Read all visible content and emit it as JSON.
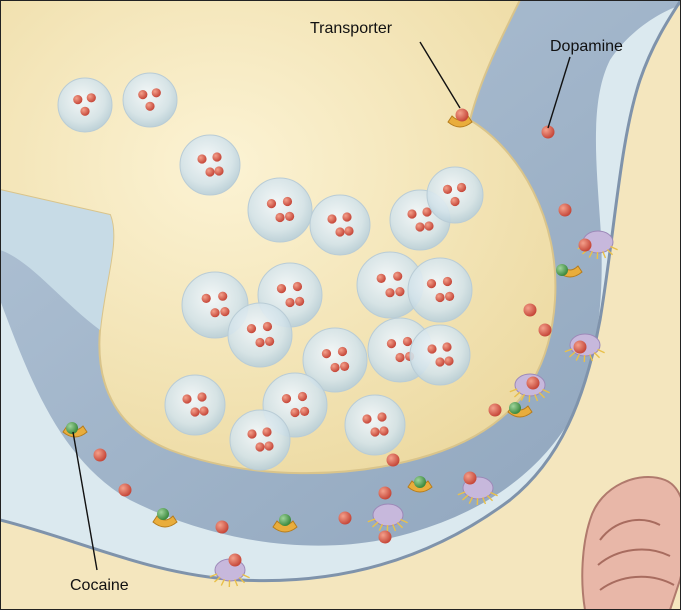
{
  "labels": {
    "transporter": "Transporter",
    "dopamine": "Dopamine",
    "cocaine": "Cocaine"
  },
  "colors": {
    "background": "#dbe9ef",
    "terminal": "#f6e7b8",
    "cleft": "#9eb2c8",
    "postsynaptic": "#f4e6be",
    "vesicle": "#cfe1e9",
    "dopamine": "#d9634f",
    "cocaine": "#4f9b4e",
    "transporter": "#e9ad3c",
    "receptor": "#c7b8dc"
  },
  "legend_icons": [
    "dopamine-molecule",
    "cocaine-molecule",
    "transporter-protein",
    "receptor-protein",
    "synaptic-vesicle",
    "mitochondrion"
  ]
}
